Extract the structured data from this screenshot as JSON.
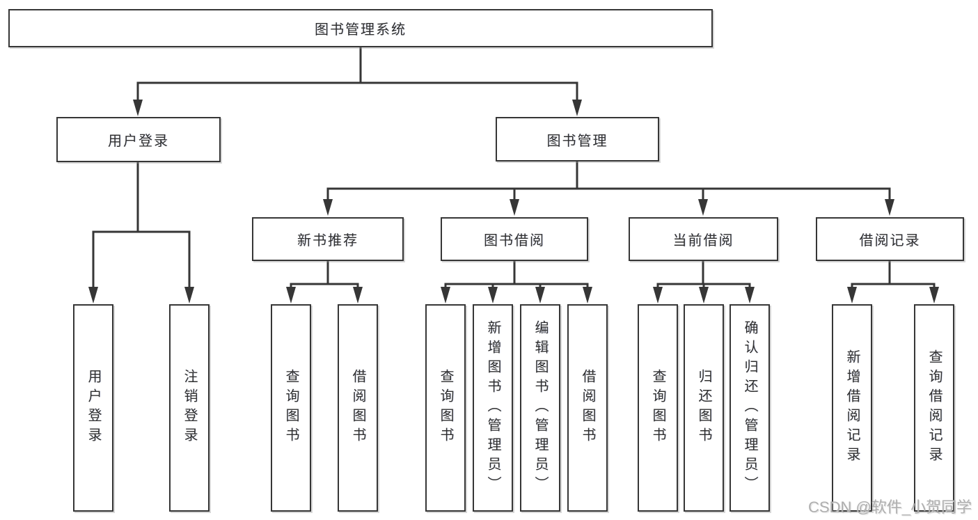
{
  "tree": {
    "root": {
      "label": "图书管理系统",
      "children": [
        {
          "label": "用户登录",
          "children": [
            {
              "label": "用户登录"
            },
            {
              "label": "注销登录"
            }
          ]
        },
        {
          "label": "图书管理",
          "children": [
            {
              "label": "新书推荐",
              "children": [
                {
                  "label": "查询图书"
                },
                {
                  "label": "借阅图书"
                }
              ]
            },
            {
              "label": "图书借阅",
              "children": [
                {
                  "label": "查询图书"
                },
                {
                  "label": "新增图书（管理员）"
                },
                {
                  "label": "编辑图书（管理员）"
                },
                {
                  "label": "借阅图书"
                }
              ]
            },
            {
              "label": "当前借阅",
              "children": [
                {
                  "label": "查询图书"
                },
                {
                  "label": "归还图书"
                },
                {
                  "label": "确认归还（管理员）"
                }
              ]
            },
            {
              "label": "借阅记录",
              "children": [
                {
                  "label": "新增借阅记录"
                },
                {
                  "label": "查询借阅记录"
                }
              ]
            }
          ]
        }
      ]
    }
  },
  "watermark": {
    "text": "CSDN @软件_小贺同学"
  },
  "colors": {
    "line": "#363636",
    "box_border": "#363636",
    "text": "#2f2f2f",
    "watermark": "#a8a8a8",
    "background": "#ffffff"
  }
}
